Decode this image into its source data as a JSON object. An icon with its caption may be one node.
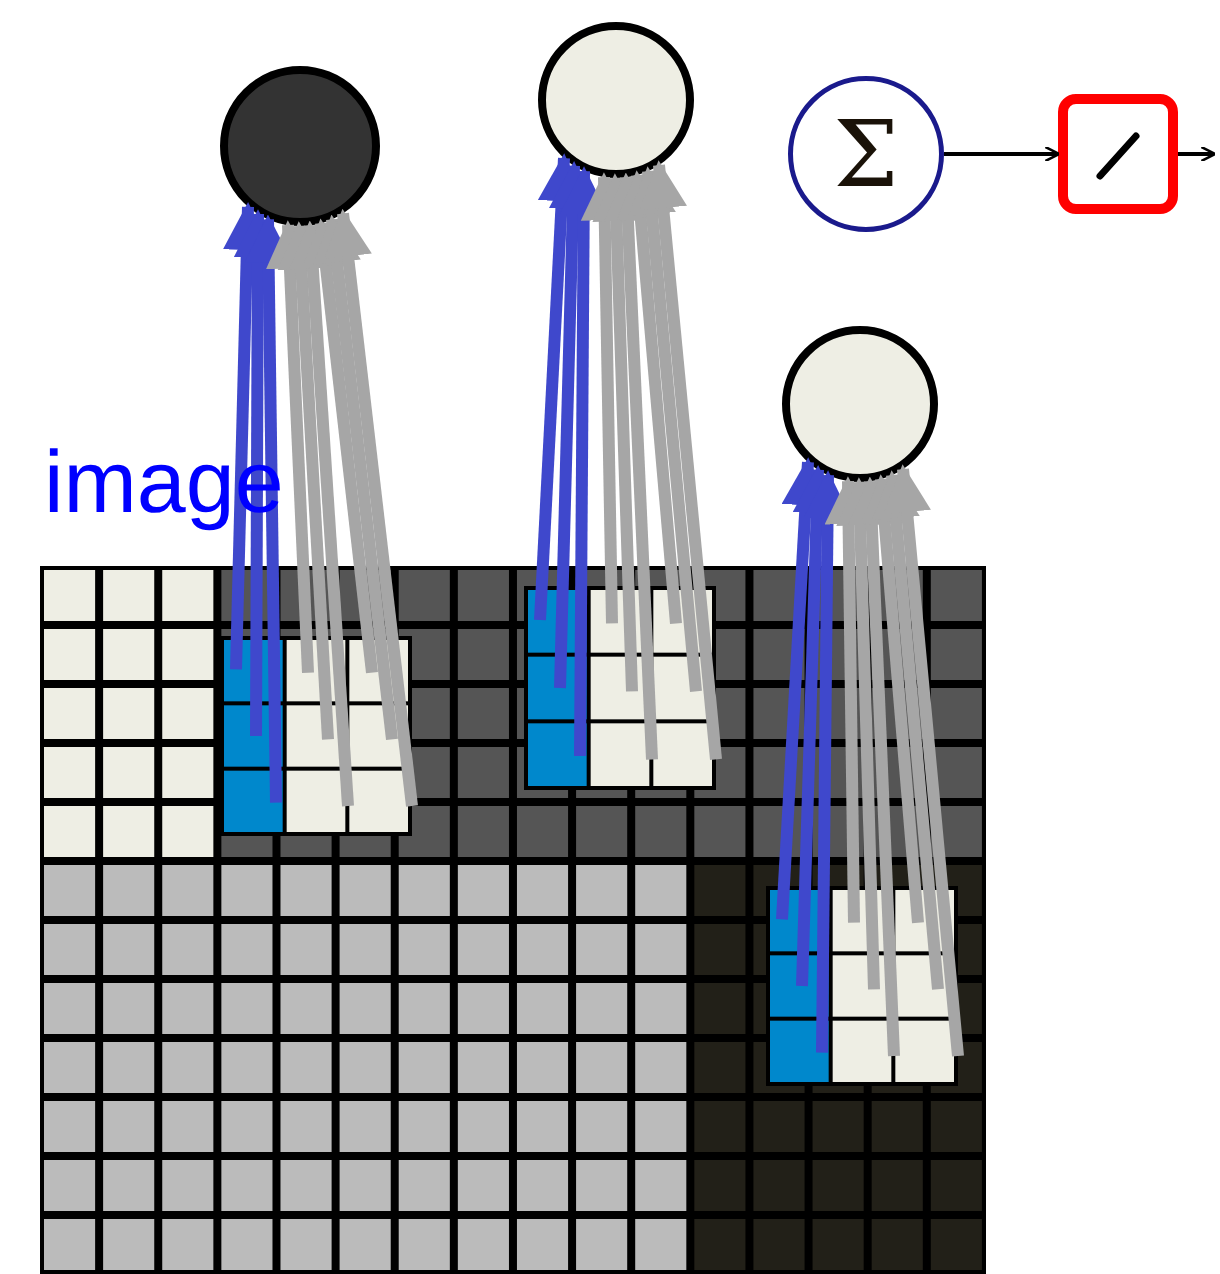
{
  "diagram": {
    "nodes": [
      {
        "text": [],
        "shape": "circle"
      },
      {
        "text": [],
        "shape": "circle"
      },
      {
        "text": [
          "Σ"
        ]
      },
      {
        "text": [],
        "shape": "box"
      },
      {
        "text": [],
        "shape": "circle"
      },
      {
        "text": [
          "image"
        ]
      },
      {
        "text": [],
        "shape": "box",
        "in": 5
      },
      {
        "text": [],
        "shape": "box",
        "in": 5
      },
      {
        "text": [],
        "shape": "box",
        "in": 5
      }
    ],
    "edges": [
      {
        "from": 6,
        "to": 0,
        "arrow": "to",
        "color": "#3f48cc"
      },
      {
        "from": 6,
        "to": 0,
        "arrow": "to",
        "color": "#3f48cc"
      },
      {
        "from": 6,
        "to": 0,
        "arrow": "to",
        "color": "#3f48cc"
      },
      {
        "from": 6,
        "to": 0,
        "arrow": "to"
      },
      {
        "from": 6,
        "to": 0,
        "arrow": "to"
      },
      {
        "from": 6,
        "to": 0,
        "arrow": "to"
      },
      {
        "from": 6,
        "to": 0,
        "arrow": "to"
      },
      {
        "from": 6,
        "to": 0,
        "arrow": "to"
      },
      {
        "from": 6,
        "to": 0,
        "arrow": "to"
      },
      {
        "from": 7,
        "to": 1,
        "arrow": "to",
        "color": "#3f48cc"
      },
      {
        "from": 7,
        "to": 1,
        "arrow": "to",
        "color": "#3f48cc"
      },
      {
        "from": 7,
        "to": 1,
        "arrow": "to",
        "color": "#3f48cc"
      },
      {
        "from": 7,
        "to": 1,
        "arrow": "to"
      },
      {
        "from": 7,
        "to": 1,
        "arrow": "to"
      },
      {
        "from": 7,
        "to": 1,
        "arrow": "to"
      },
      {
        "from": 7,
        "to": 1,
        "arrow": "to"
      },
      {
        "from": 7,
        "to": 1,
        "arrow": "to"
      },
      {
        "from": 7,
        "to": 1,
        "arrow": "to"
      },
      {
        "from": 8,
        "to": 4,
        "arrow": "to",
        "color": "#3f48cc"
      },
      {
        "from": 8,
        "to": 4,
        "arrow": "to",
        "color": "#3f48cc"
      },
      {
        "from": 8,
        "to": 4,
        "arrow": "to",
        "color": "#3f48cc"
      },
      {
        "from": 8,
        "to": 4,
        "arrow": "to"
      },
      {
        "from": 8,
        "to": 4,
        "arrow": "to"
      },
      {
        "from": 8,
        "to": 4,
        "arrow": "to"
      },
      {
        "from": 8,
        "to": 4,
        "arrow": "to"
      },
      {
        "from": 8,
        "to": 4,
        "arrow": "to"
      },
      {
        "from": 8,
        "to": 4,
        "arrow": "to"
      },
      {
        "from": 2,
        "to": 3,
        "arrow": "to",
        "color": "#000000"
      },
      {
        "from": 3,
        "to": null,
        "arrow": "to",
        "color": "#000000"
      }
    ]
  }
}
